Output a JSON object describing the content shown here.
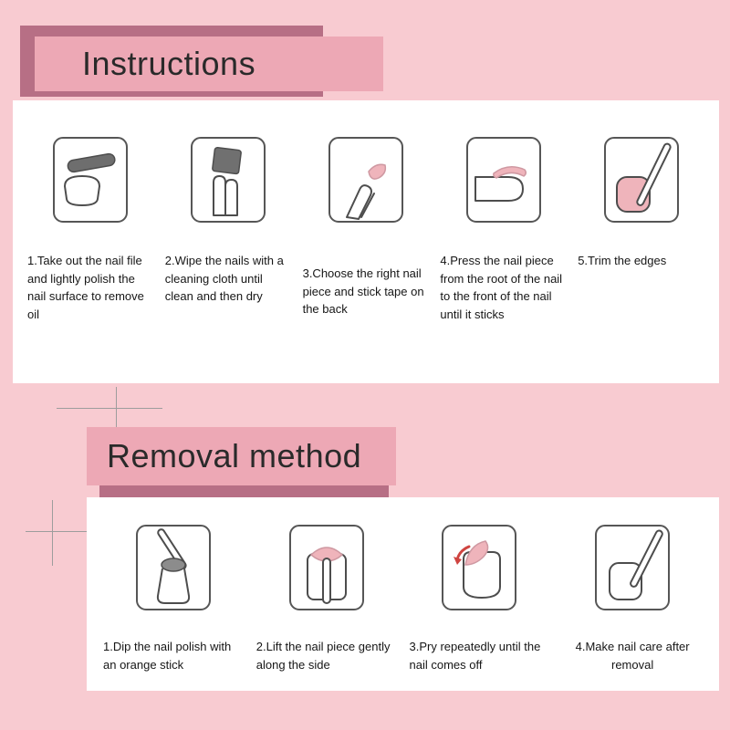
{
  "colors": {
    "background": "#f8cbd1",
    "panel": "#ffffff",
    "title_box": "#eda8b5",
    "title_shadow": "#b76f85",
    "text": "#161616",
    "nail_pink": "#efb4bb",
    "outline": "#4d4d4d",
    "arrow_red": "#cf4440",
    "cloth_gray": "#707070"
  },
  "instructions": {
    "title": "Instructions",
    "steps": [
      {
        "icon": "nail-file-polish-icon",
        "caption": "1.Take out the nail file and lightly polish the nail surface to remove oil"
      },
      {
        "icon": "wipe-cloth-icon",
        "caption": "2.Wipe the nails with a cleaning cloth until clean and then dry"
      },
      {
        "icon": "choose-nail-piece-icon",
        "caption": "3.Choose the right nail piece and stick tape on the back"
      },
      {
        "icon": "press-nail-piece-icon",
        "caption": "4.Press the nail piece from the root of the nail to the front of the nail until it sticks"
      },
      {
        "icon": "trim-edges-icon",
        "caption": "5.Trim the edges"
      }
    ]
  },
  "removal": {
    "title": "Removal method",
    "steps": [
      {
        "icon": "dip-orange-stick-icon",
        "caption": "1.Dip the nail polish with an orange stick"
      },
      {
        "icon": "lift-nail-piece-icon",
        "caption": "2.Lift the nail piece gently along the side"
      },
      {
        "icon": "pry-nail-off-icon",
        "caption": "3.Pry repeatedly until the nail comes off"
      },
      {
        "icon": "nail-care-icon",
        "caption": "4.Make nail care after removal"
      }
    ]
  }
}
